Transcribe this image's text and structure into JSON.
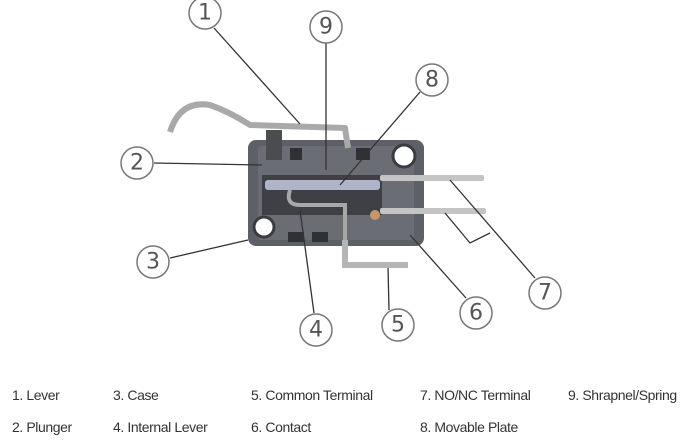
{
  "callouts": [
    "1",
    "2",
    "3",
    "4",
    "5",
    "6",
    "7",
    "8",
    "9"
  ],
  "legend": [
    "1. Lever",
    "2. Plunger",
    "3. Case",
    "4. Internal Lever",
    "5. Common Terminal",
    "6. Contact",
    "7. NO/NC Terminal",
    "8. Movable Plate",
    "9. Shrapnel/Spring"
  ],
  "colors": {
    "case": "#5d6066",
    "metal": "#b8b8b8",
    "leader": "#333333",
    "circle": "#777777"
  }
}
